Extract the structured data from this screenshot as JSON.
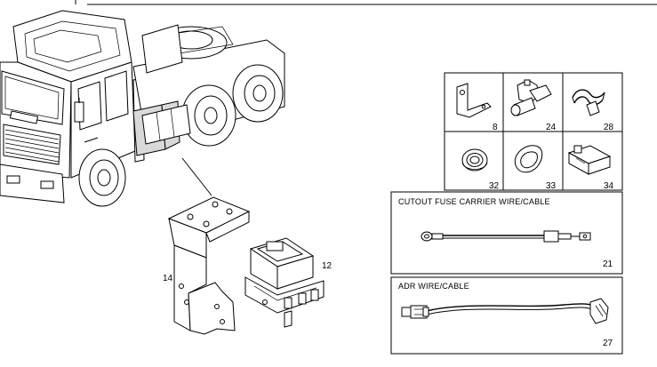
{
  "callouts": {
    "bracket_main": "14",
    "box_main": "12"
  },
  "grid": {
    "cells": [
      {
        "label": "8",
        "icon": "bracket-part-icon"
      },
      {
        "label": "24",
        "icon": "sensor-part-icon"
      },
      {
        "label": "28",
        "icon": "clip-part-icon"
      },
      {
        "label": "32",
        "icon": "grommet-part-icon"
      },
      {
        "label": "33",
        "icon": "oval-grommet-part-icon"
      },
      {
        "label": "34",
        "icon": "connector-part-icon"
      }
    ]
  },
  "panels": {
    "fuse": {
      "title": "CUTOUT FUSE CARRIER WIRE/CABLE",
      "label": "21"
    },
    "adr": {
      "title": "ADR WIRE/CABLE",
      "label": "27"
    }
  }
}
